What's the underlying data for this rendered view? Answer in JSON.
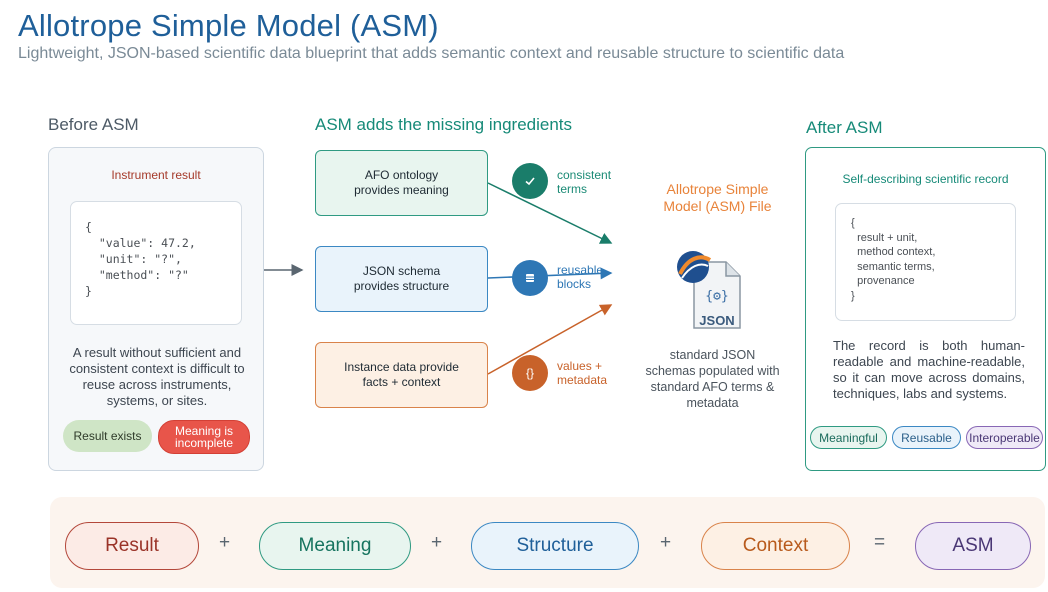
{
  "header": {
    "title": "Allotrope Simple Model (ASM)",
    "subtitle": "Lightweight, JSON-based scientific data blueprint that adds semantic context and reusable structure to scientific data"
  },
  "before": {
    "heading": "Before ASM",
    "card_title": "Instrument result",
    "code": "{\n  \"value\": 47.2,\n  \"unit\": \"?\",\n  \"method\": \"?\"\n}",
    "caption": "A result without sufficient and consistent context is difficult to reuse across instruments, systems, or sites.",
    "pill_ok": "Result exists",
    "pill_warn": "Meaning is incomplete"
  },
  "ingredients": {
    "heading": "ASM adds the missing ingredients",
    "ontology": "AFO ontology provides meaning",
    "schema": "JSON schema provides structure",
    "instance": "Instance data provide facts + context",
    "terms_label": "consistent terms",
    "blocks_label": "reusable blocks",
    "values_label": "values + metadata",
    "values_symbol": "{}"
  },
  "asm_file": {
    "title": "Allotrope Simple Model (ASM) File",
    "icon_text": "JSON",
    "caption": "standard JSON schemas populated with standard AFO terms & metadata"
  },
  "after": {
    "heading": "After ASM",
    "card_title": "Self-describing scientific record",
    "record": "{\n  result + unit,\n  method context,\n  semantic terms,\n  provenance\n}",
    "caption": "The record is both human-readable and machine-readable, so it can move across domains, techniques, labs and systems.",
    "pill_meaningful": "Meaningful",
    "pill_reusable": "Reusable",
    "pill_interoperable": "Interoperable"
  },
  "equation": {
    "result": "Result",
    "meaning": "Meaning",
    "structure": "Structure",
    "context": "Context",
    "asm": "ASM",
    "plus": "+",
    "equals": "="
  },
  "colors": {
    "title": "#1f5f99",
    "teal": "#168a78",
    "blue": "#2e77b5",
    "orange": "#c8622a",
    "red": "#e8554a",
    "purple": "#8867b5"
  }
}
